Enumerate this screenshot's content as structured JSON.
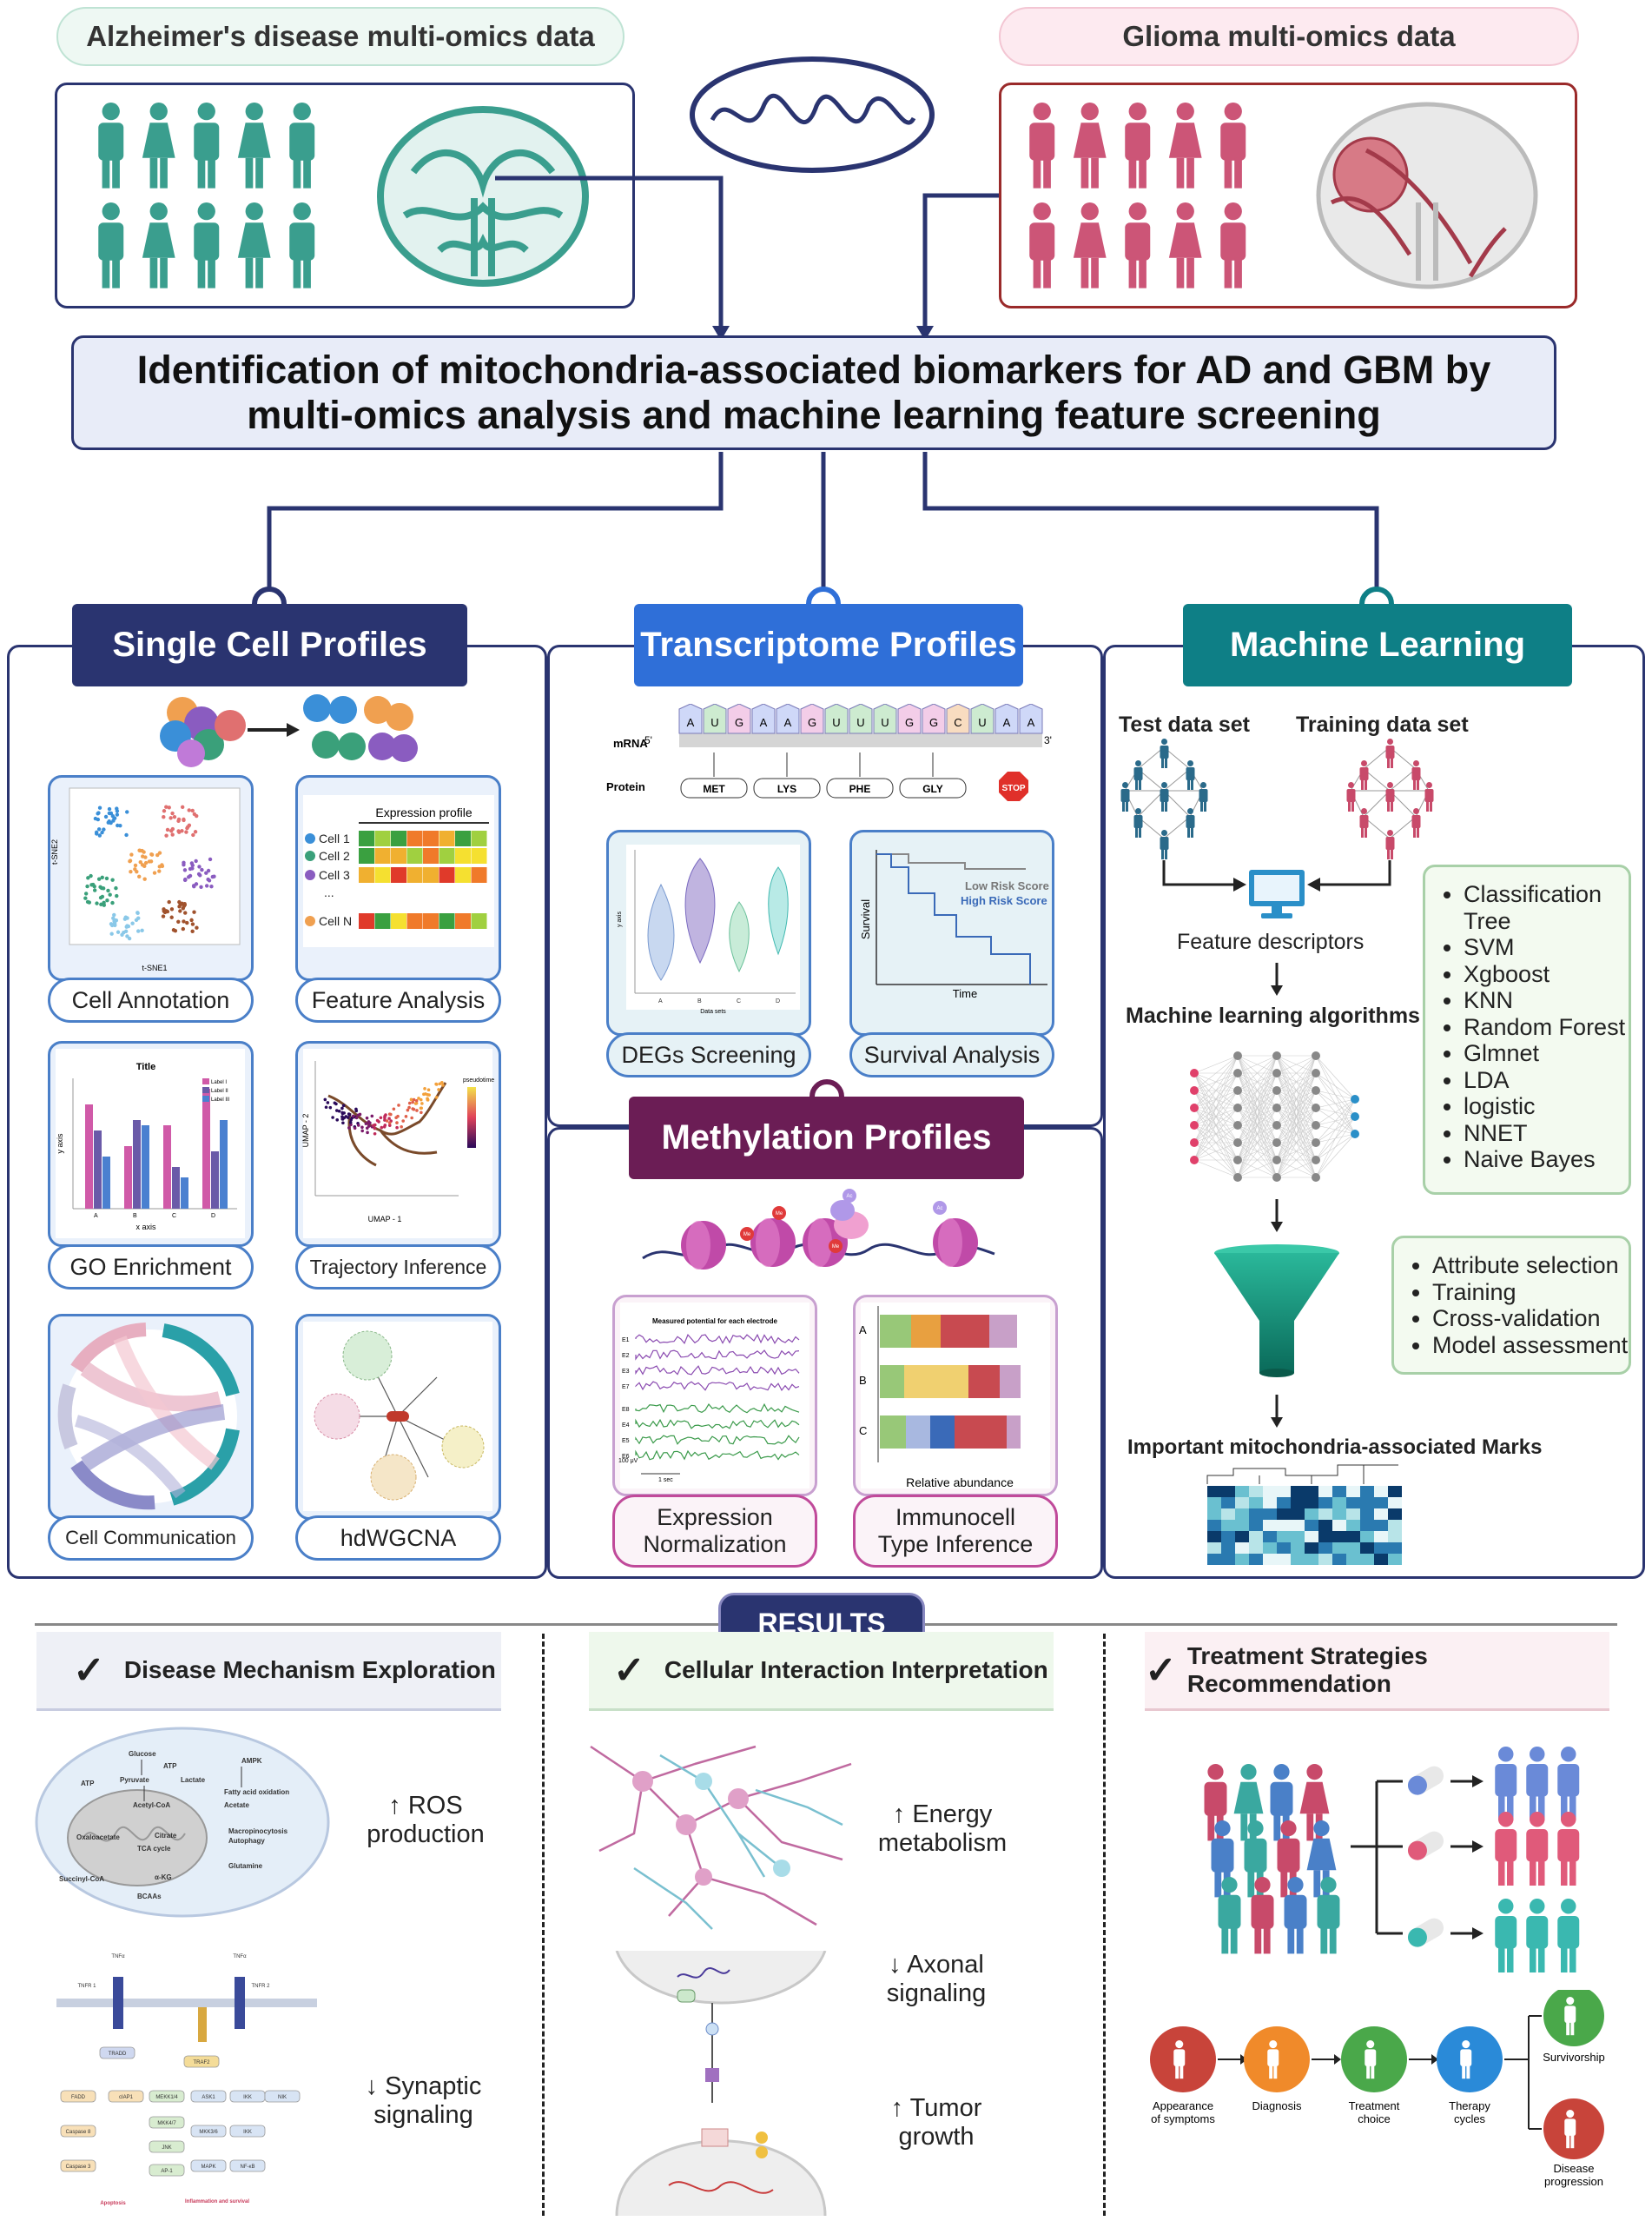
{
  "top": {
    "ad_title": "Alzheimer's disease multi-omics data",
    "glioma_title": "Glioma multi-omics data",
    "main_title_line1": "Identification of mitochondria-associated biomarkers for AD and GBM by",
    "main_title_line2": "multi-omics analysis and machine learning feature screening"
  },
  "colors": {
    "ad": "#3a9e8e",
    "glioma": "#cc5577",
    "navy": "#2a3470",
    "blue": "#2f6fd8",
    "teal": "#0e7f86",
    "purple": "#6b1d55"
  },
  "single_cell": {
    "header": "Single Cell Profiles",
    "labels": [
      "Cell Annotation",
      "Feature Analysis",
      "GO Enrichment",
      "Trajectory Inference",
      "Cell Communication",
      "hdWGCNA"
    ],
    "feature_title": "Expression profile",
    "feature_cells": [
      "Cell 1",
      "Cell 2",
      "Cell 3",
      "...",
      "Cell N"
    ],
    "tsne_x": "t-SNE1",
    "tsne_y": "t-SNE2",
    "go_title": "Title",
    "go_xlabel": "x axis",
    "go_ylabel": "y axis",
    "go_categories": [
      "A",
      "B",
      "C",
      "D"
    ],
    "go_legend": [
      "Label I",
      "Label II",
      "Label III"
    ],
    "umap_x": "UMAP - 1",
    "umap_y": "UMAP - 2",
    "umap_scale": "pseudotime"
  },
  "transcriptome": {
    "header": "Transcriptome  Profiles",
    "mrna_label": "mRNA",
    "protein_label": "Protein",
    "five_prime": "5'",
    "three_prime": "3'",
    "codons": [
      "A",
      "U",
      "G",
      "A",
      "A",
      "G",
      "U",
      "U",
      "U",
      "G",
      "G",
      "C",
      "U",
      "A",
      "A"
    ],
    "proteins": [
      "MET",
      "LYS",
      "PHE",
      "GLY"
    ],
    "stop": "STOP",
    "labels": [
      "DEGs Screening",
      "Survival Analysis"
    ],
    "violin_x": "Data sets",
    "violin_y": "y axis",
    "violin_cats": [
      "A",
      "B",
      "C",
      "D"
    ],
    "survival_y": "Survival",
    "survival_x": "Time",
    "low_risk": "Low Risk Score",
    "high_risk": "High Risk Score"
  },
  "methylation": {
    "header": "Methylation Profiles",
    "labels_line1": [
      "Expression",
      "Immunocell"
    ],
    "labels_line2": [
      "Normalization",
      "Type Inference"
    ],
    "ecg_title": "Measured potential for each electrode",
    "ecg_channels": [
      "E1",
      "E2",
      "E3",
      "E7",
      "E8",
      "E4",
      "E5",
      "E6"
    ],
    "ecg_scale": "100 μV",
    "ecg_time": "1 sec",
    "abundance_label": "Relative abundance",
    "abundance_rows": [
      "A",
      "B",
      "C"
    ],
    "marks": [
      "Me",
      "Me",
      "Me",
      "Ac",
      "Ac"
    ]
  },
  "ml": {
    "header": "Machine Learning",
    "test": "Test data set",
    "train": "Training data set",
    "feature": "Feature descriptors",
    "algos_title": "Machine learning algorithms",
    "algorithms": [
      "Classification",
      "Tree",
      "SVM",
      "Xgboost",
      "KNN",
      "Random Forest",
      "Glmnet",
      "LDA",
      "logistic",
      "NNET",
      "Naive Bayes"
    ],
    "steps": [
      "Attribute selection",
      "Training",
      "Cross-validation",
      "Model assessment"
    ],
    "important": "Important mitochondria-associated Marks"
  },
  "results": {
    "badge": "RESULTS",
    "col1_title": "Disease Mechanism Exploration",
    "col2_title": "Cellular Interaction Interpretation",
    "col3_title": "Treatment Strategies Recommendation",
    "col1_items": [
      "↑ ROS",
      "production",
      "↓ Synaptic",
      "signaling"
    ],
    "col2_items": [
      "↑ Energy",
      "metabolism",
      "↓ Axonal",
      "signaling",
      "↑ Tumor",
      "growth"
    ],
    "metabolism_labels": [
      "Glucose",
      "ATP",
      "Pyruvate",
      "Lactate",
      "AMPK",
      "Fatty acid oxidation",
      "Acetyl-CoA",
      "Acetate",
      "Oxaloacetate",
      "Citrate",
      "TCA cycle",
      "Macropinocytosis",
      "Autophagy",
      "Succinyl-CoA",
      "α-KG",
      "Glutamine",
      "BCAAs",
      "ATP"
    ],
    "pathway_labels": [
      "TNFα",
      "TNFα",
      "TNFR 1",
      "TNFR 2",
      "TRADD",
      "TRAF2",
      "FADD",
      "cIAP1",
      "MEKK1/4",
      "ASK1",
      "IKK",
      "NIK",
      "Caspase 8",
      "MKK4/7",
      "JNK",
      "MKK3/6",
      "IKK",
      "Caspase 3",
      "AP-1",
      "MAPK",
      "NF-κB",
      "Apoptosis",
      "Inflammation and survival"
    ],
    "timeline": [
      "Appearance",
      "of symptoms",
      "Diagnosis",
      "Treatment",
      "choice",
      "Therapy",
      "cycles",
      "Survivorship",
      "Disease",
      "progression"
    ]
  }
}
